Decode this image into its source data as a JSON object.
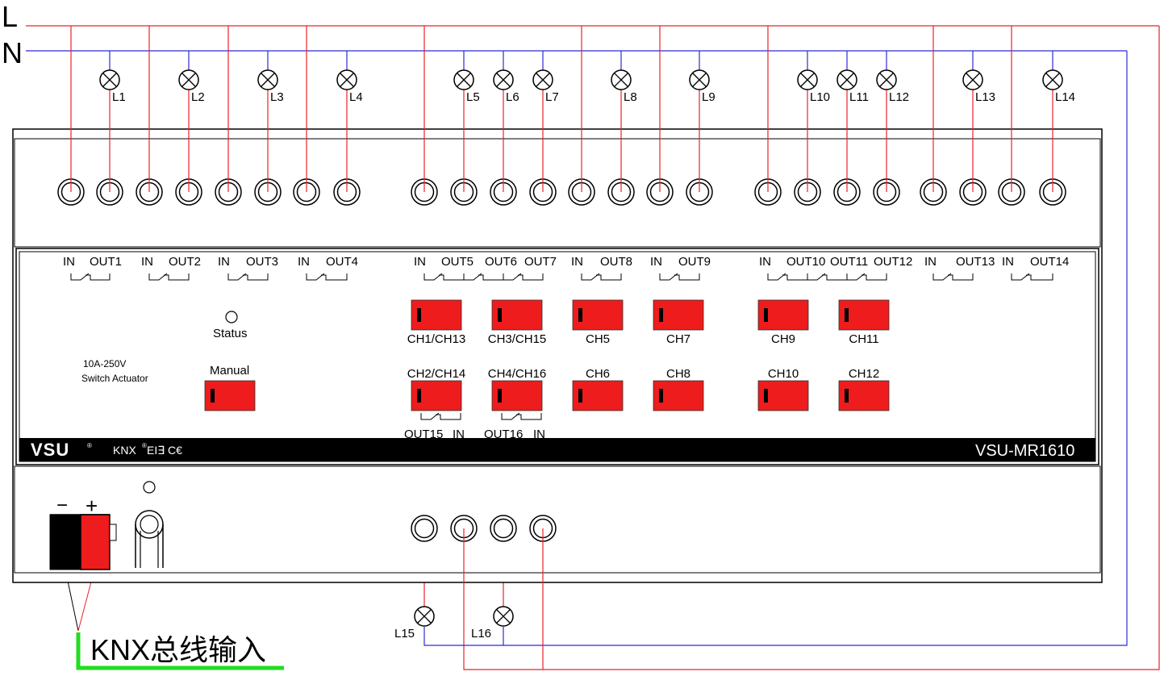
{
  "rails": {
    "line": "L",
    "neutral": "N"
  },
  "lamps": [
    "L1",
    "L2",
    "L3",
    "L4",
    "L5",
    "L6",
    "L7",
    "L8",
    "L9",
    "L10",
    "L11",
    "L12",
    "L13",
    "L14",
    "L15",
    "L16"
  ],
  "ports": {
    "in": "IN",
    "outs": [
      "OUT1",
      "OUT2",
      "OUT3",
      "OUT4",
      "OUT5",
      "OUT6",
      "OUT7",
      "OUT8",
      "OUT9",
      "OUT10",
      "OUT11",
      "OUT12",
      "OUT13",
      "OUT14",
      "OUT15",
      "OUT16"
    ]
  },
  "device": {
    "status_label": "Status",
    "manual_label": "Manual",
    "rating": "10A-250V",
    "type": "Switch Actuator",
    "brand": "VSU",
    "registered_mark": "®",
    "knx_mark": "KNX",
    "cert_marks": "EI∃ C€",
    "model": "VSU-MR1610",
    "terminal_minus": "−",
    "terminal_plus": "+"
  },
  "channels": [
    "CH1/CH13",
    "CH3/CH15",
    "CH5",
    "CH7",
    "CH9",
    "CH11",
    "CH2/CH14",
    "CH4/CH16",
    "CH6",
    "CH8",
    "CH10",
    "CH12"
  ],
  "bus_input_label": "KNX总线输入",
  "colors": {
    "line": "#e8232a",
    "neutral": "#2b2bd6",
    "button": "#ee1c1c",
    "bus_marker": "#22dd22",
    "brand_bar": "#000000"
  }
}
